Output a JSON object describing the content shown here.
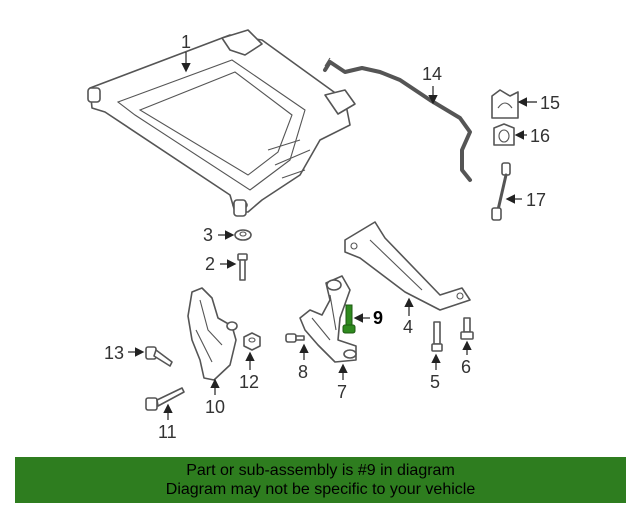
{
  "diagram": {
    "callouts": [
      "1",
      "2",
      "3",
      "4",
      "5",
      "6",
      "7",
      "8",
      "9",
      "10",
      "11",
      "12",
      "13",
      "14",
      "15",
      "16",
      "17"
    ],
    "highlighted_part": "9",
    "highlight_color": "#2f8a1f"
  },
  "banner": {
    "line1": "Part or sub-assembly is #9 in diagram",
    "line2": "Diagram may not be specific to your vehicle",
    "background": "#2e7d1f"
  }
}
